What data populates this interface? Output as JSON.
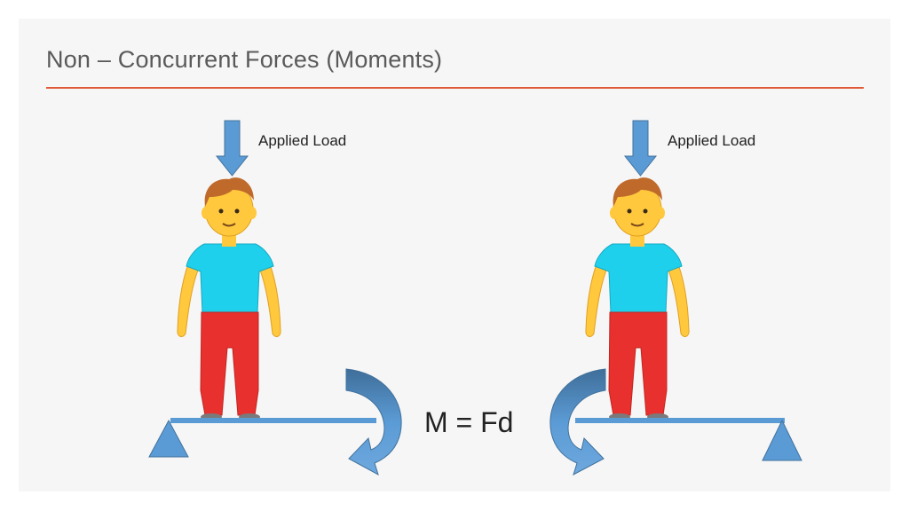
{
  "slide": {
    "title": "Non – Concurrent Forces (Moments)",
    "formula": "M = Fd"
  },
  "left_panel": {
    "load_label": "Applied Load",
    "moment_direction": "clockwise"
  },
  "right_panel": {
    "load_label": "Applied Load",
    "moment_direction": "counterclockwise"
  },
  "colors": {
    "title_rule": "#e05a3a",
    "arrow_blue": "#5b9bd5",
    "arrow_blue_dark": "#41719c",
    "shirt": "#1fd0ec",
    "pants": "#e8312f",
    "skin": "#ffc83d",
    "hair": "#bf6a2b"
  }
}
